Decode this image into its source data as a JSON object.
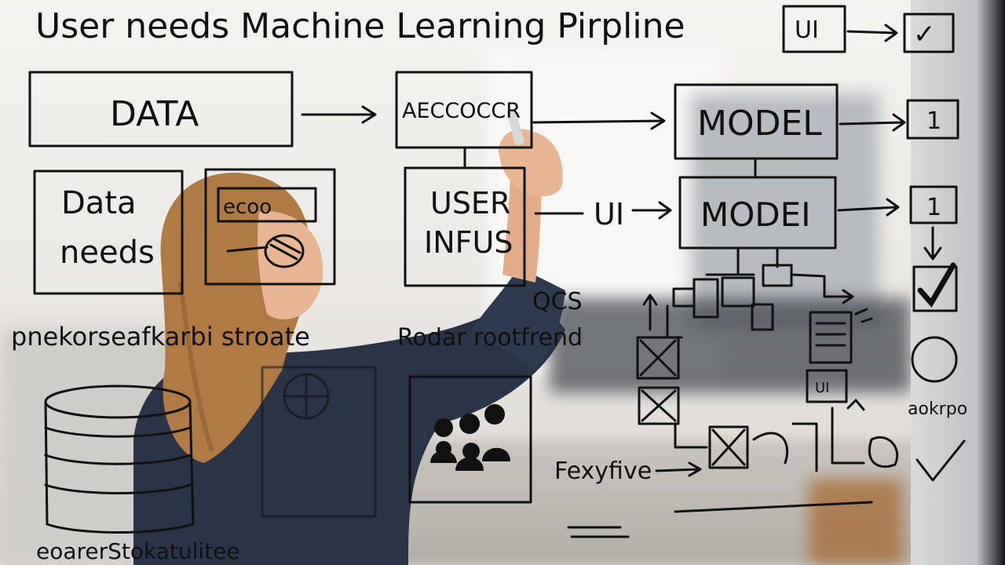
{
  "title": "User needs Machine Learning Pirpline",
  "top_right": {
    "ui": "UI",
    "check": "✓"
  },
  "boxes": {
    "data": "DATA",
    "process": "AECCOCCR",
    "model1": "MODEL",
    "data_needs_line1": "Data",
    "data_needs_line2": "needs",
    "user_inputs_line1": "USER",
    "user_inputs_line2": "INFUS",
    "model2": "MODEI",
    "ui_label": "UI",
    "score1": "1",
    "score2": "1"
  },
  "scribbles": {
    "left_caption": "pnekorseafkarbi stroate",
    "mid_caption": "Rodar rootfrend",
    "qos": "QCS",
    "right_caption": "aokrpo",
    "feature_label": "Fexyfive",
    "bottom_caption": "eoarerStokatulitee",
    "sketch_label": "ecoo"
  },
  "colors": {
    "ink": "#111111",
    "shirt": "#2a3446",
    "hair": "#b07a45",
    "skin": "#e8b694"
  }
}
